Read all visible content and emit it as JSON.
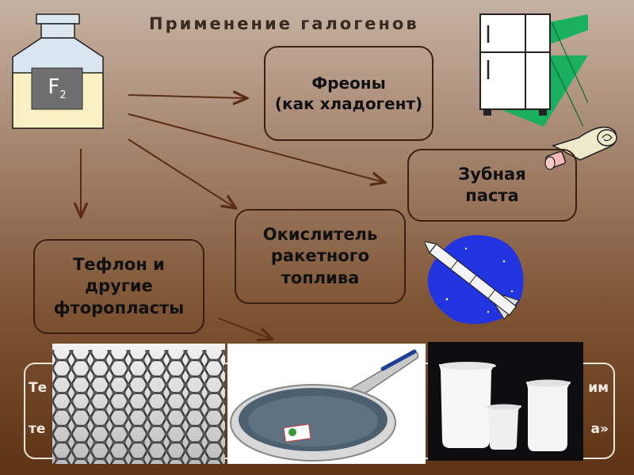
{
  "slide": {
    "title": "Применение галогенов"
  },
  "bottle": {
    "formula": "F",
    "subscript": "2"
  },
  "boxes": {
    "freons": {
      "line1": "Фреоны",
      "line2": "(как хладогент)"
    },
    "toothpaste": {
      "line1": "Зубная",
      "line2": "паста"
    },
    "oxidizer": {
      "line1": "Окислитель",
      "line2": "ракетного",
      "line3": "топлива"
    },
    "teflon": {
      "line1": "Тефлон и",
      "line2": "другие",
      "line3": "фторопласты"
    }
  },
  "bottom_box": {
    "line1": "Те",
    "line2": "те",
    "line3": "им",
    "line4": "а»"
  },
  "colors": {
    "box_border": "#3b1f10",
    "arrow": "#5a2d12",
    "bottom_border": "#f1e6d8",
    "rocket_bg": "#2233e0",
    "fridge_stripe": "#12b05e"
  },
  "icons": {
    "bottle": "reagent-bottle-icon",
    "fridge": "refrigerator-icon",
    "toothpaste": "toothpaste-tube-icon",
    "rocket": "rocket-icon"
  }
}
